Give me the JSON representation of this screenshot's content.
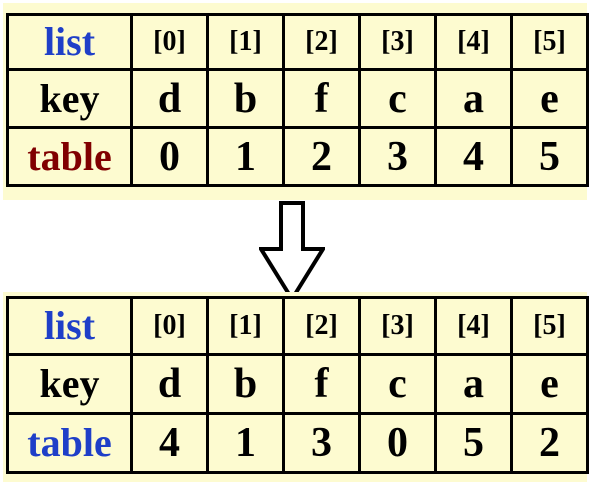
{
  "top_table": {
    "list_label": "list",
    "key_label": "key",
    "table_label": "table",
    "indices": [
      "[0]",
      "[1]",
      "[2]",
      "[3]",
      "[4]",
      "[5]"
    ],
    "keys": [
      "d",
      "b",
      "f",
      "c",
      "a",
      "e"
    ],
    "table_values": [
      "0",
      "1",
      "2",
      "3",
      "4",
      "5"
    ]
  },
  "bottom_table": {
    "list_label": "list",
    "key_label": "key",
    "table_label": "table",
    "indices": [
      "[0]",
      "[1]",
      "[2]",
      "[3]",
      "[4]",
      "[5]"
    ],
    "keys": [
      "d",
      "b",
      "f",
      "c",
      "a",
      "e"
    ],
    "table_values": [
      "4",
      "1",
      "3",
      "0",
      "5",
      "2"
    ]
  },
  "colors": {
    "background": "#fdfbd0",
    "border": "#000000",
    "list_label": "#1f3fc8",
    "top_table_label": "#800000",
    "bottom_table_label": "#1f3fc8"
  },
  "icons": {
    "transform_arrow": "down-arrow-outline-icon"
  }
}
